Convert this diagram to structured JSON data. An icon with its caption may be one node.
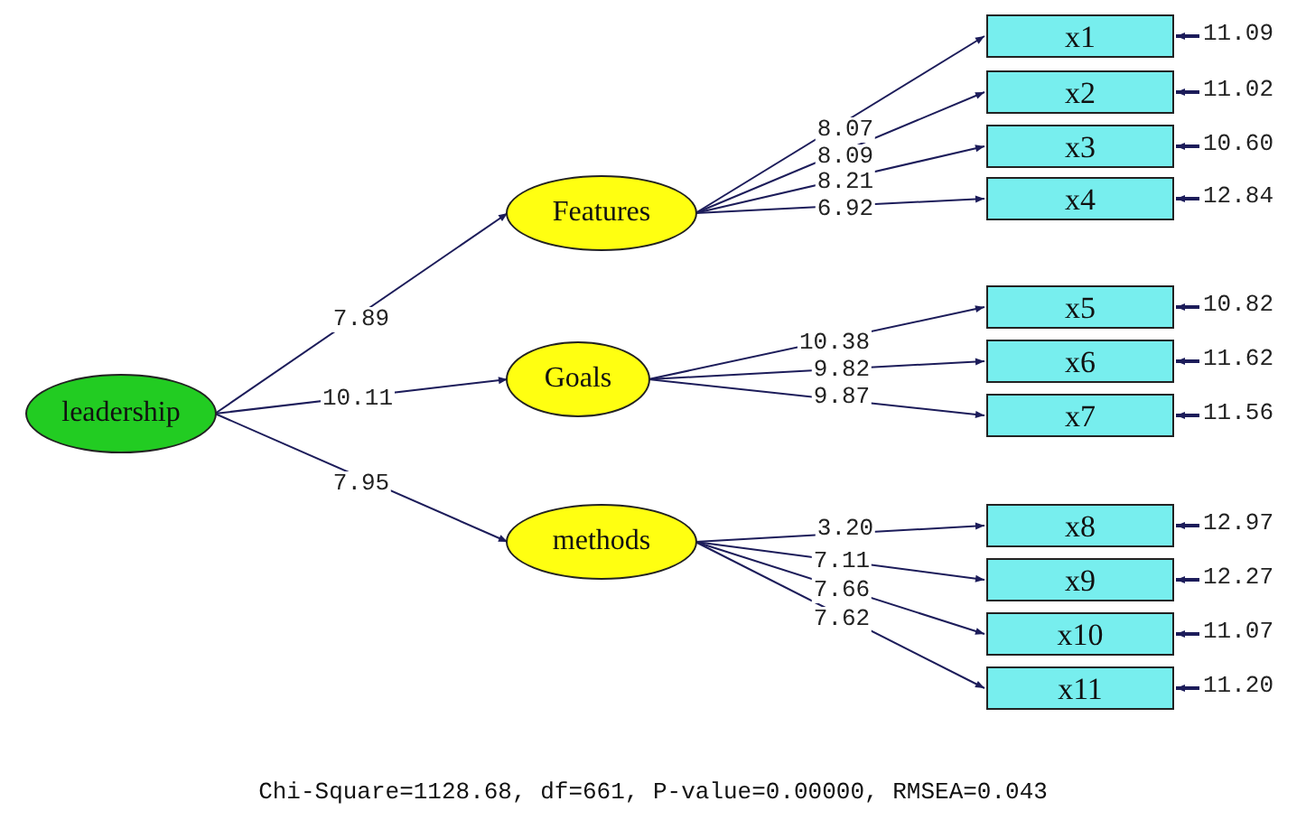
{
  "diagram": {
    "caption": "Chi-Square=1128.68, df=661, P-value=0.00000, RMSEA=0.043",
    "nodes": [
      {
        "text": [
          "leadership"
        ]
      },
      {
        "text": [
          "Features"
        ]
      },
      {
        "text": [
          "Goals"
        ]
      },
      {
        "text": [
          "methods"
        ]
      },
      {
        "text": [
          "x1"
        ]
      },
      {
        "text": [
          "x2"
        ]
      },
      {
        "text": [
          "x3"
        ]
      },
      {
        "text": [
          "x4"
        ]
      },
      {
        "text": [
          "x5"
        ]
      },
      {
        "text": [
          "x6"
        ]
      },
      {
        "text": [
          "x7"
        ]
      },
      {
        "text": [
          "x8"
        ]
      },
      {
        "text": [
          "x9"
        ]
      },
      {
        "text": [
          "x10"
        ]
      },
      {
        "text": [
          "x11"
        ]
      }
    ],
    "edges": [
      {
        "from": 0,
        "to": 1,
        "arrow": "to",
        "label": "7.89"
      },
      {
        "from": 0,
        "to": 2,
        "arrow": "to",
        "label": "10.11"
      },
      {
        "from": 0,
        "to": 3,
        "arrow": "to",
        "label": "7.95"
      },
      {
        "from": 1,
        "to": 4,
        "arrow": "to",
        "label": "8.07"
      },
      {
        "from": 1,
        "to": 5,
        "arrow": "to",
        "label": "8.09"
      },
      {
        "from": 1,
        "to": 6,
        "arrow": "to",
        "label": "8.21"
      },
      {
        "from": 1,
        "to": 7,
        "arrow": "to",
        "label": "6.92"
      },
      {
        "from": 2,
        "to": 8,
        "arrow": "to",
        "label": "10.38"
      },
      {
        "from": 2,
        "to": 9,
        "arrow": "to",
        "label": "9.82"
      },
      {
        "from": 2,
        "to": 10,
        "arrow": "to",
        "label": "9.87"
      },
      {
        "from": 3,
        "to": 11,
        "arrow": "to",
        "label": "3.20"
      },
      {
        "from": 3,
        "to": 12,
        "arrow": "to",
        "label": "7.11"
      },
      {
        "from": 3,
        "to": 13,
        "arrow": "to",
        "label": "7.66"
      },
      {
        "from": 3,
        "to": 14,
        "arrow": "to",
        "label": "7.62"
      },
      {
        "from": null,
        "to": 4,
        "arrow": "to",
        "label": "11.09"
      },
      {
        "from": null,
        "to": 5,
        "arrow": "to",
        "label": "11.02"
      },
      {
        "from": null,
        "to": 6,
        "arrow": "to",
        "label": "10.60"
      },
      {
        "from": null,
        "to": 7,
        "arrow": "to",
        "label": "12.84"
      },
      {
        "from": null,
        "to": 8,
        "arrow": "to",
        "label": "10.82"
      },
      {
        "from": null,
        "to": 9,
        "arrow": "to",
        "label": "11.62"
      },
      {
        "from": null,
        "to": 10,
        "arrow": "to",
        "label": "11.56"
      },
      {
        "from": null,
        "to": 11,
        "arrow": "to",
        "label": "12.97"
      },
      {
        "from": null,
        "to": 12,
        "arrow": "to",
        "label": "12.27"
      },
      {
        "from": null,
        "to": 13,
        "arrow": "to",
        "label": "11.07"
      },
      {
        "from": null,
        "to": 14,
        "arrow": "to",
        "label": "11.20"
      }
    ]
  }
}
